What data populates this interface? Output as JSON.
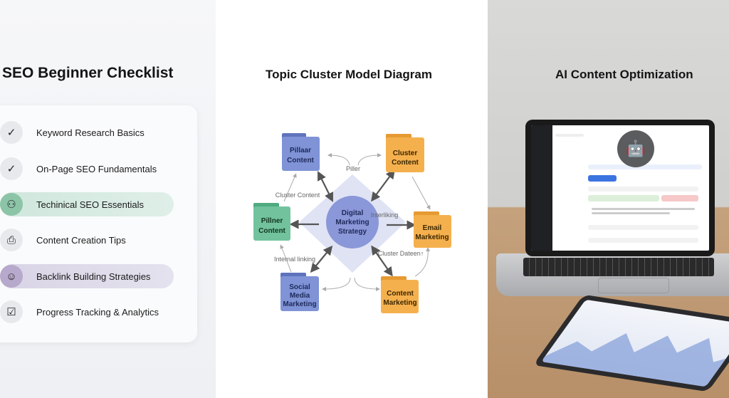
{
  "checklist": {
    "title": "SEO Beginner Checklist",
    "items": [
      {
        "label": "Keyword Research Basics",
        "icon": "check-icon",
        "glyph": "✓"
      },
      {
        "label": "On-Page SEO Fundamentals",
        "icon": "check-icon",
        "glyph": "✓"
      },
      {
        "label": "Techinical SEO Essentials",
        "icon": "users-icon",
        "glyph": "⚇"
      },
      {
        "label": "Content Creation Tips",
        "icon": "profile-edit-icon",
        "glyph": "⎙"
      },
      {
        "label": "Backlink Building Strategies",
        "icon": "person-icon",
        "glyph": "☺"
      },
      {
        "label": "Progress Tracking & Analytics",
        "icon": "checkbox-arrow-icon",
        "glyph": "☑"
      }
    ]
  },
  "diagram": {
    "title": "Topic Cluster Model Diagram",
    "center": [
      "Digital",
      "Marketing",
      "Strategy"
    ],
    "nodes": {
      "pillaar": [
        "Pillaar",
        "Content"
      ],
      "cluster": [
        "Cluster",
        "Content"
      ],
      "pillner": [
        "Pillner",
        "Content"
      ],
      "email": [
        "Email",
        "Marketing"
      ],
      "social": [
        "Social",
        "Media",
        "Marketing"
      ],
      "content": [
        "Content",
        "Marketing"
      ]
    },
    "edge_labels": {
      "piller": "Piller",
      "cluster_content": "Cluster Content",
      "interliking": "Interliking",
      "cluster_dateen": "Cluster Dateen↑",
      "internal_linking": "Internal linking"
    },
    "colors": {
      "blue": "#7f93d6",
      "orange": "#f5b04e",
      "green": "#72c29e",
      "center": "#8a97d8"
    }
  },
  "ai": {
    "title": "AI Content Optimization",
    "robot_glyph": "🤖"
  }
}
